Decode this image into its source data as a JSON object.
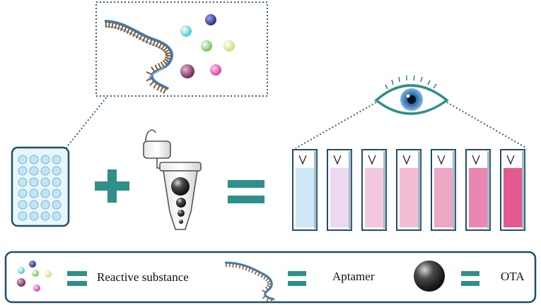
{
  "legend": {
    "reactive_substance_label": "Reactive substance",
    "aptamer_label": "Aptamer",
    "ota_label": "OTA"
  },
  "colors": {
    "teal": "#2f8f8a",
    "frame_blue": "#1f4f6a",
    "dotted_line": "#3d5f78",
    "well_fill": "#bfe6f4",
    "plate_fill": "#e8f6fb",
    "helix_blue": "#3a7fc0",
    "base_brown": "#8a5a2c",
    "ota_sphere": "#2a2a2a"
  },
  "molecules": [
    {
      "name": "cyan-molecule",
      "color": "#4cc6d4"
    },
    {
      "name": "navy-molecule",
      "color": "#3a3f9a"
    },
    {
      "name": "green-molecule",
      "color": "#8ed36b"
    },
    {
      "name": "lime-molecule",
      "color": "#cfe88a"
    },
    {
      "name": "plum-molecule",
      "color": "#8a3b6e"
    },
    {
      "name": "pink-molecule",
      "color": "#e855b8"
    }
  ],
  "cuvettes": [
    {
      "name": "cuvette-1",
      "color": "#cfe8f5"
    },
    {
      "name": "cuvette-2",
      "color": "#ecd8f0"
    },
    {
      "name": "cuvette-3",
      "color": "#f2c9dc"
    },
    {
      "name": "cuvette-4",
      "color": "#f2bcd3"
    },
    {
      "name": "cuvette-5",
      "color": "#eea6c5"
    },
    {
      "name": "cuvette-6",
      "color": "#e986b1"
    },
    {
      "name": "cuvette-7",
      "color": "#e25a90"
    }
  ],
  "icons": [
    "microplate-icon",
    "plus-icon",
    "microtube-icon",
    "equals-icon",
    "eye-icon",
    "aptamer-icon",
    "ota-sphere-icon"
  ]
}
